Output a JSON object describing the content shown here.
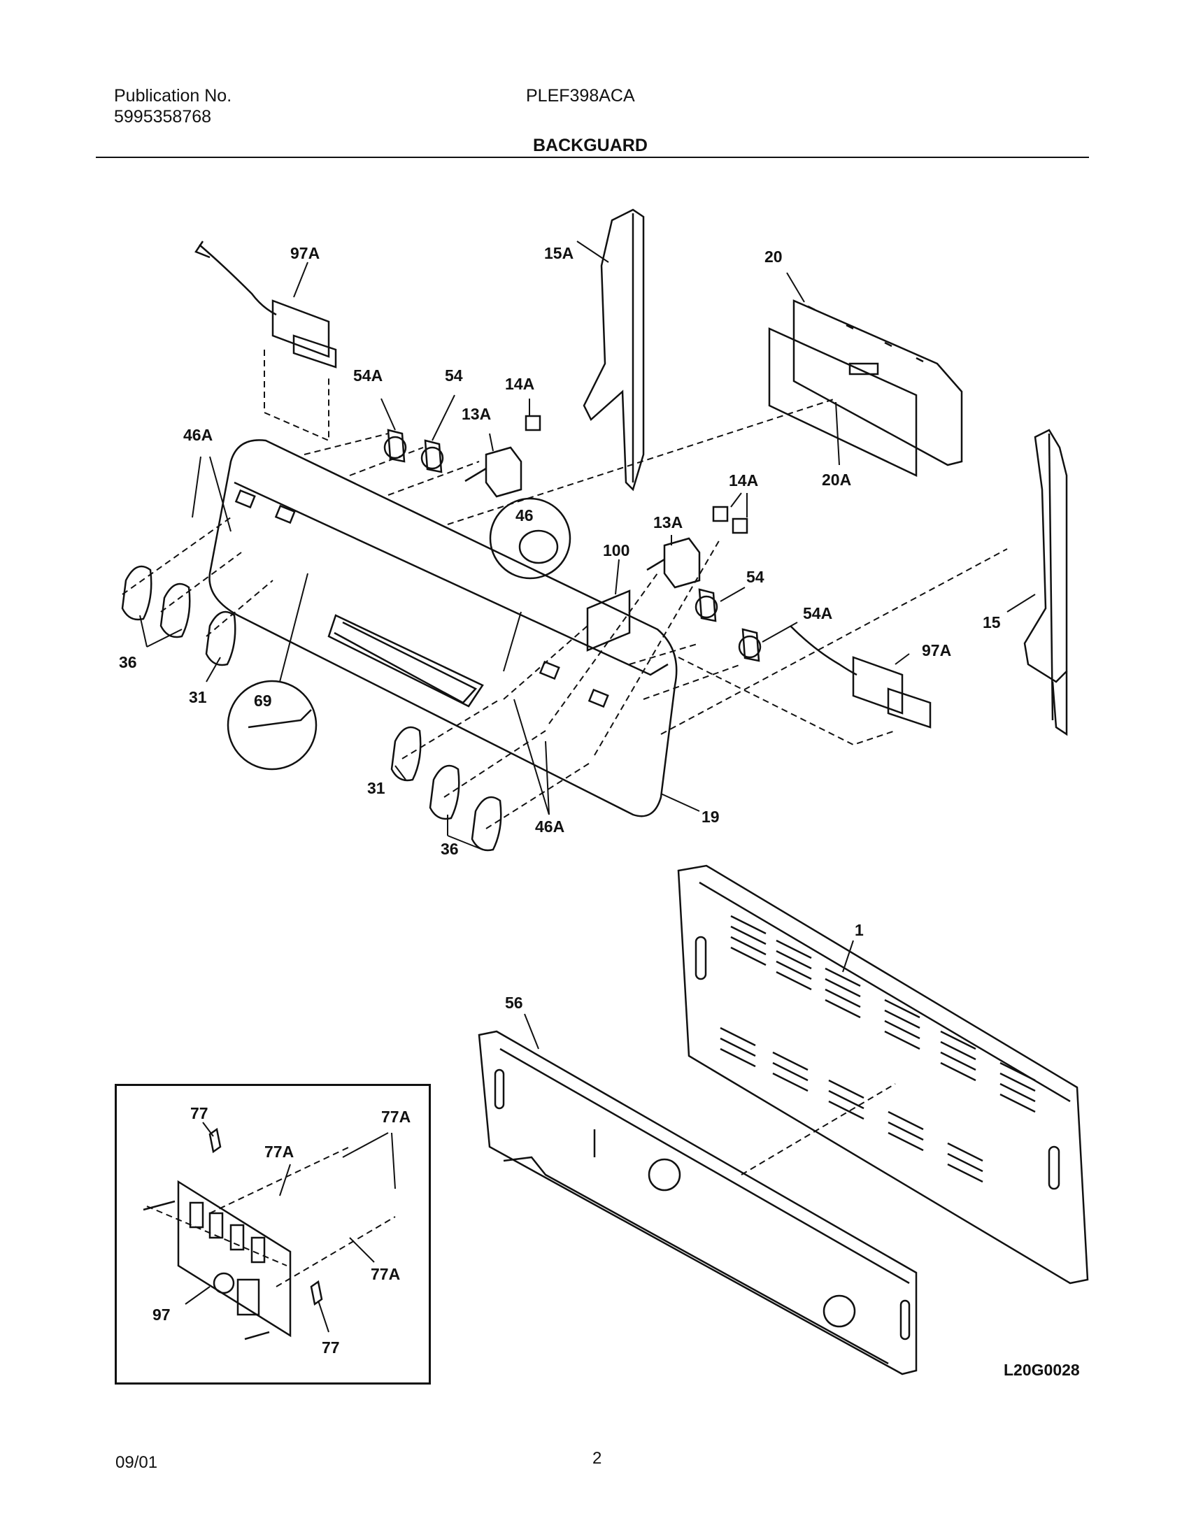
{
  "header": {
    "publication_label": "Publication No.",
    "publication_number": "5995358768",
    "model": "PLEF398ACA",
    "section_title": "BACKGUARD"
  },
  "callouts": {
    "c97A_top": "97A",
    "c15A": "15A",
    "c20": "20",
    "c54A_top": "54A",
    "c54_top": "54",
    "c14A_top": "14A",
    "c13A_top": "13A",
    "c46A_left": "46A",
    "c46": "46",
    "c14A_right": "14A",
    "c20A": "20A",
    "c13A_right": "13A",
    "c100": "100",
    "c54_right": "54",
    "c54A_right": "54A",
    "c97A_right": "97A",
    "c15": "15",
    "c36_left": "36",
    "c31_left": "31",
    "c69": "69",
    "c31_right": "31",
    "c36_right": "36",
    "c46A_right": "46A",
    "c19": "19",
    "c1": "1",
    "c56": "56",
    "c77_top": "77",
    "c77A_top_right": "77A",
    "c77A_top": "77A",
    "c97": "97",
    "c77A_bottom": "77A",
    "c77_bottom": "77"
  },
  "drawing_code": "L20G0028",
  "footer": {
    "date": "09/01",
    "page": "2"
  }
}
